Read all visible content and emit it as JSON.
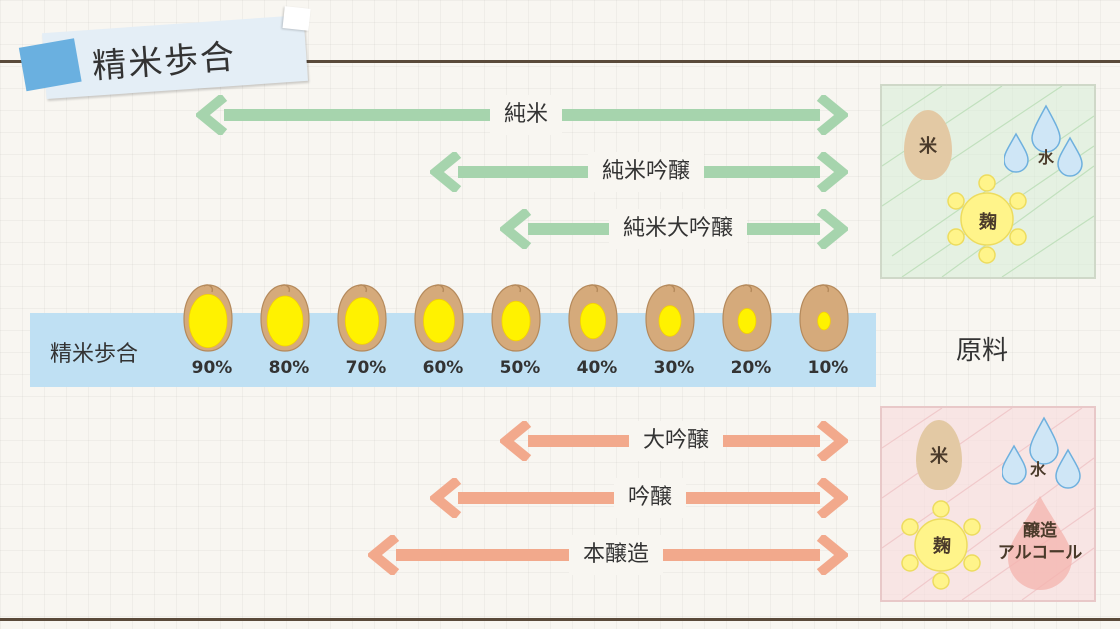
{
  "header": {
    "title": "精米歩合"
  },
  "colors": {
    "green_arrow": "#a6d4ad",
    "salmon_arrow": "#f2a98c",
    "band": "#bfe0f3",
    "rule": "#5a4a3a"
  },
  "types_junmai": [
    {
      "label": "純米"
    },
    {
      "label": "純米吟醸"
    },
    {
      "label": "純米大吟醸"
    }
  ],
  "types_other": [
    {
      "label": "大吟醸"
    },
    {
      "label": "吟醸"
    },
    {
      "label": "本醸造"
    }
  ],
  "polishing": {
    "label": "精米歩合",
    "percents": [
      "90%",
      "80%",
      "70%",
      "60%",
      "50%",
      "40%",
      "30%",
      "20%",
      "10%"
    ]
  },
  "ingredients": {
    "title": "原料",
    "junmai": {
      "rice": "米",
      "water": "水",
      "koji": "麹"
    },
    "other": {
      "rice": "米",
      "water": "水",
      "koji": "麹",
      "alcohol": "醸造\nアルコール"
    }
  }
}
